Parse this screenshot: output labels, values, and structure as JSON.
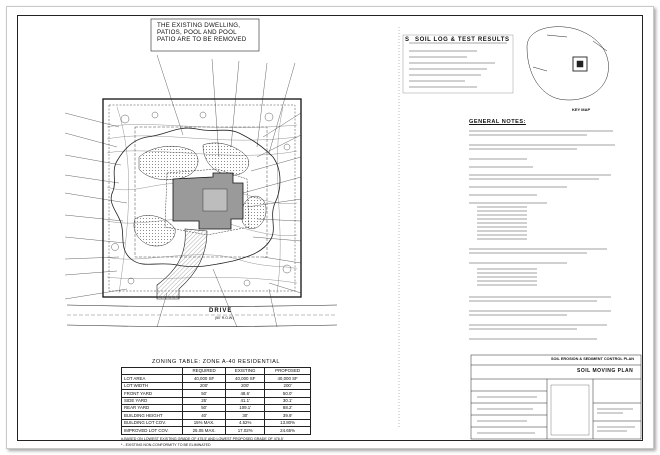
{
  "note_removed": "THE EXISTING DWELLING,\nPATIOS, POOL AND POOL\nPATIO ARE TO BE REMOVED",
  "drive": {
    "label": "DRIVE",
    "sub": "(50' R.O.W.)"
  },
  "zoning_table": {
    "title": "ZONING TABLE:  ZONE A-40 RESIDENTIAL",
    "headers": [
      "",
      "REQUIRED",
      "EXISTING",
      "PROPOSED"
    ],
    "rows": [
      [
        "LOT AREA",
        "40,000 SF",
        "40,000 SF",
        "40,000 SF"
      ],
      [
        "LOT WIDTH",
        "200'",
        "200'",
        "200'"
      ],
      [
        "FRONT YARD",
        "50'",
        "48.6'",
        "50.0'"
      ],
      [
        "SIDE YARD",
        "25'",
        "41.1'",
        "30.1'"
      ],
      [
        "REAR YARD",
        "50'",
        "109.1'",
        "88.2'"
      ],
      [
        "BUILDING HEIGHT",
        "40'",
        "30'",
        "39.9'"
      ],
      [
        "BUILDING LOT COV.",
        "15% MAX.",
        "4.52%",
        "13.80%"
      ],
      [
        "IMPROVED LOT COV.",
        "25.05 MAX.",
        "17.02%",
        "24.65%"
      ]
    ],
    "footnotes": [
      "#-BASED ON LOWEST EXISTING GRADE OF 475.5' AND LOWEST PROPOSED GRADE OF 476.5'",
      "* - EXISTING NON-CONFORMITY TO BE ELIMINATED"
    ]
  },
  "soil_log": {
    "number": "S",
    "title": "SOIL LOG & TEST RESULTS"
  },
  "general_notes": {
    "title": "GENERAL NOTES:"
  },
  "key_map": {
    "label": "KEY MAP"
  },
  "title_block": {
    "line1": "SOIL EROSION & SEDIMENT CONTROL PLAN",
    "line2": "SOIL MOVING PLAN"
  }
}
